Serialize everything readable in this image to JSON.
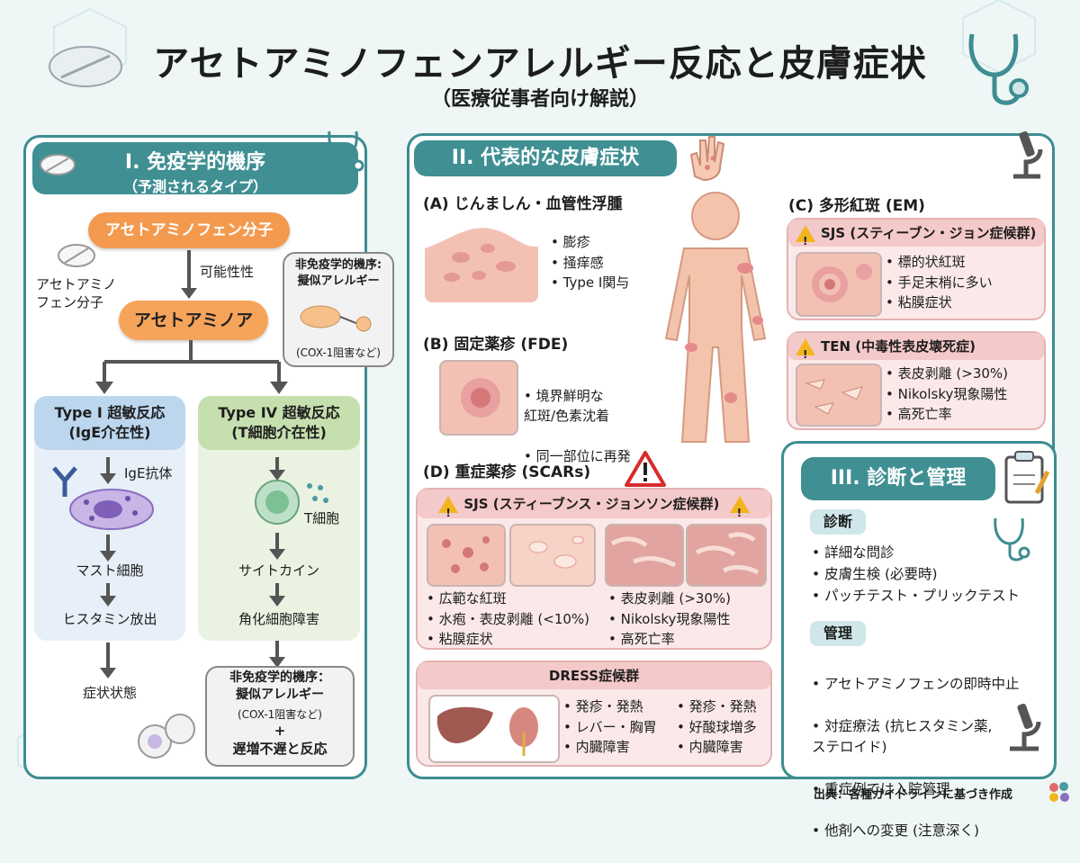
{
  "header": {
    "title": "アセトアミノフェンアレルギー反応と皮膚症状",
    "subtitle": "（医療従事者向け解説）"
  },
  "section1": {
    "heading": "I. 免疫学的機序",
    "heading_sub": "（予測されるタイプ）",
    "molecule": "アセトアミノフェン分子",
    "molecule_side": "アセトアミノ\nフェン分子",
    "possibility": "可能性性",
    "quinone": "アセトアミノア",
    "non_immune_top": "非免疫学的機序:\n擬似アレルギー",
    "non_immune_top_note": "(COX-1阻害など)",
    "type1": {
      "title": "Type I 超敏反応\n(IgE介在性)",
      "antibody": "IgE抗体",
      "step1": "マスト細胞",
      "step2": "ヒスタミン放出",
      "result": "症状状態"
    },
    "type4": {
      "title": "Type IV 超敏反応\n(T細胞介在性)",
      "cell": "T細胞",
      "step1": "サイトカイン",
      "step2": "角化細胞障害"
    },
    "non_immune_bottom": {
      "title": "非免疫学的機序：\n擬似アレルギー",
      "note": "(COX-1阻害など)",
      "plus": "+",
      "delayed": "遅増不遅と反応"
    }
  },
  "section2": {
    "heading": "II. 代表的な皮膚症状",
    "A": {
      "label": "(A) じんましん・血管性浮腫",
      "bullets": [
        "膨疹",
        "掻痒感",
        "Type I関与"
      ]
    },
    "B": {
      "label": "(B) 固定薬疹 (FDE)",
      "bullets": [
        "境界鮮明な\n紅斑/色素沈着",
        "同一部位に再発"
      ]
    },
    "C": {
      "label": "(C) 多形紅斑 (EM)",
      "sjs_head": "SJS (スティーブン・ジョン症候群)",
      "sjs_bullets": [
        "標的状紅斑",
        "手足末梢に多い",
        "粘膜症状"
      ],
      "ten_head": "TEN (中毒性表皮壊死症)",
      "ten_bullets": [
        "表皮剥離 (>30%)",
        "Nikolsky現象陽性",
        "高死亡率"
      ]
    },
    "D": {
      "label": "(D) 重症薬疹 (SCARs)",
      "sjs_head": "SJS (スティーブンス・ジョンソン症候群)",
      "left_bullets": [
        "広範な紅斑",
        "水疱・表皮剥離 (<10%)",
        "粘膜症状"
      ],
      "right_bullets": [
        "表皮剥離 (>30%)",
        "Nikolsky現象陽性",
        "高死亡率"
      ],
      "dress_head": "DRESS症候群",
      "dress_left": [
        "発疹・発熱",
        "レバー・胸胃",
        "内臓障害"
      ],
      "dress_right": [
        "発疹・発熱",
        "好酸球増多",
        "内臓障害"
      ]
    }
  },
  "section3": {
    "heading": "III. 診断と管理",
    "diag_head": "診断",
    "diag_bullets": [
      "詳細な問診",
      "皮膚生検 (必要時)",
      "パッチテスト・プリックテスト"
    ],
    "mgmt_head": "管理",
    "mgmt_bullets": [
      "アセトアミノフェンの即時中止",
      "対症療法 (抗ヒスタミン薬,\nステロイド)",
      "重症例では入院管理",
      "他剤への変更 (注意深く)"
    ]
  },
  "footer": {
    "source": "出典：各種ガイドラインに基づき作成"
  },
  "icons": [
    "pill-icon",
    "stethoscope-icon",
    "microscope-icon",
    "hand-icon",
    "warning-icon",
    "clipboard-icon",
    "body-figure-icon",
    "liver-icon",
    "kidney-icon",
    "ige-antibody-icon",
    "mast-cell-icon",
    "t-cell-icon"
  ]
}
